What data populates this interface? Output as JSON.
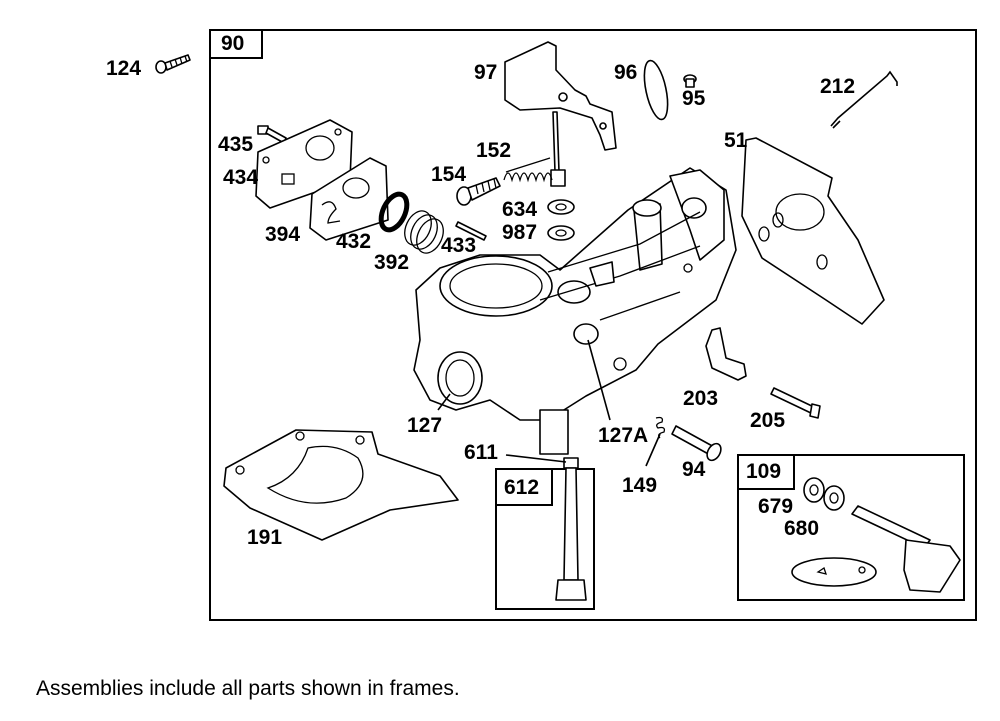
{
  "frames": {
    "main": "90",
    "sub_612": "612",
    "sub_109": "109"
  },
  "callouts": {
    "c124": "124",
    "c97": "97",
    "c96": "96",
    "c95": "95",
    "c212": "212",
    "c435": "435",
    "c434": "434",
    "c152": "152",
    "c154": "154",
    "c51": "51",
    "c634": "634",
    "c987": "987",
    "c394": "394",
    "c432": "432",
    "c392": "392",
    "c433": "433",
    "c203": "203",
    "c205": "205",
    "c127": "127",
    "c127a": "127A",
    "c611": "611",
    "c149": "149",
    "c94": "94",
    "c679": "679",
    "c680": "680",
    "c191": "191"
  },
  "footnote": "Assemblies include all parts shown in frames."
}
